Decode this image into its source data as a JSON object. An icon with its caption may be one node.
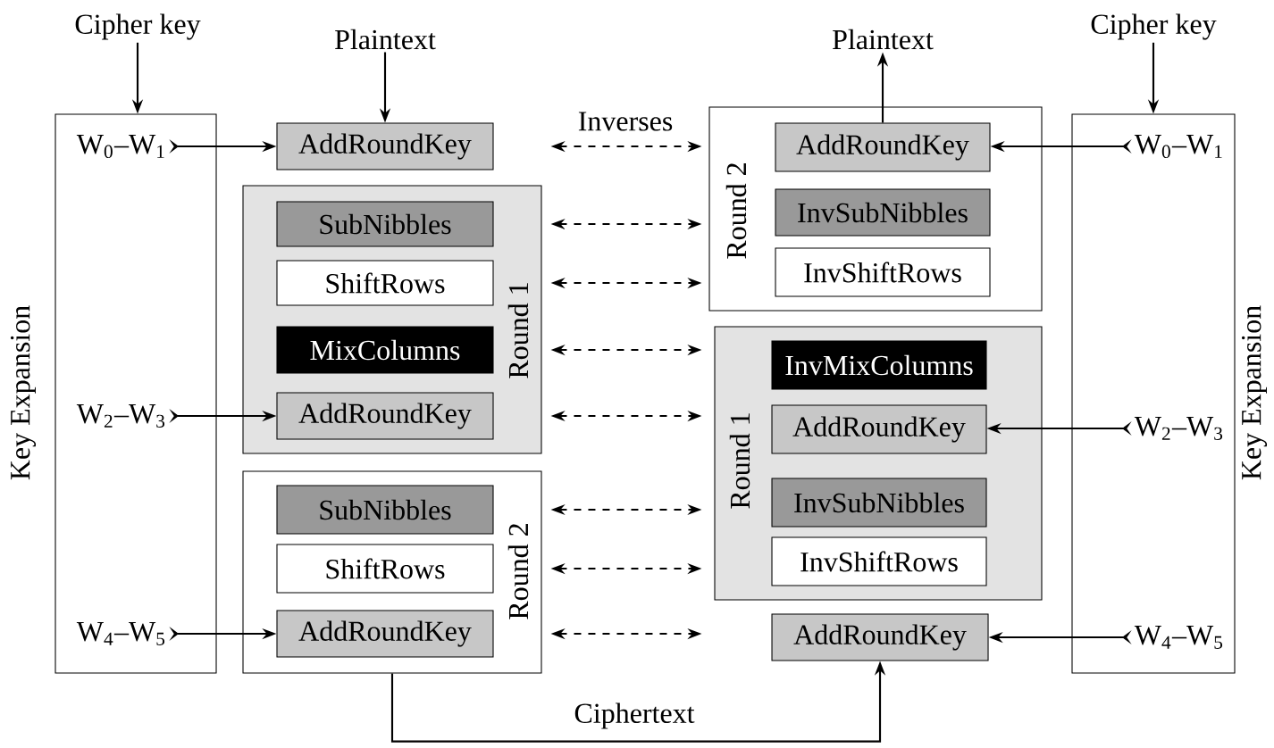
{
  "diagram": {
    "nodes": [
      {
        "text": [
          "Cipher key"
        ]
      },
      {
        "text": [
          "Key Expansion"
        ]
      },
      {
        "text": [
          "W$_{0}$–W$_{1}$"
        ],
        "in": 1
      },
      {
        "text": [
          "W$_{2}$–W$_{3}$"
        ],
        "in": 1
      },
      {
        "text": [
          "W$_{4}$–W$_{5}$"
        ],
        "in": 1
      },
      {
        "text": [
          "Plaintext"
        ]
      },
      {
        "text": [
          "AddRoundKey"
        ]
      },
      {
        "text": [
          "Round 1"
        ]
      },
      {
        "text": [
          "SubNibbles"
        ],
        "in": 7
      },
      {
        "text": [
          "ShiftRows"
        ],
        "in": 7
      },
      {
        "text": [
          "MixColumns"
        ],
        "in": 7
      },
      {
        "text": [
          "AddRoundKey"
        ],
        "in": 7
      },
      {
        "text": [
          "Round 2"
        ]
      },
      {
        "text": [
          "SubNibbles"
        ],
        "in": 12
      },
      {
        "text": [
          "ShiftRows"
        ],
        "in": 12
      },
      {
        "text": [
          "AddRoundKey"
        ],
        "in": 12
      },
      {
        "text": [
          "Plaintext"
        ]
      },
      {
        "text": [
          "Round 2"
        ]
      },
      {
        "text": [
          "AddRoundKey"
        ],
        "in": 17
      },
      {
        "text": [
          "InvSubNibbles"
        ],
        "in": 17
      },
      {
        "text": [
          "InvShiftRows"
        ],
        "in": 17
      },
      {
        "text": [
          "Round 1"
        ]
      },
      {
        "text": [
          "InvMixColumns"
        ],
        "in": 21
      },
      {
        "text": [
          "AddRoundKey"
        ],
        "in": 21
      },
      {
        "text": [
          "InvSubNibbles"
        ],
        "in": 21
      },
      {
        "text": [
          "InvShiftRows"
        ],
        "in": 21
      },
      {
        "text": [
          "AddRoundKey"
        ]
      },
      {
        "text": [
          "Cipher key"
        ]
      },
      {
        "text": [
          "Key Expansion"
        ]
      },
      {
        "text": [
          "W$_{0}$–W$_{1}$"
        ],
        "in": 28
      },
      {
        "text": [
          "W$_{2}$–W$_{3}$"
        ],
        "in": 28
      },
      {
        "text": [
          "W$_{4}$–W$_{5}$"
        ],
        "in": 28
      }
    ],
    "edges": [
      {
        "from": 0,
        "to": 1,
        "arrow": "to"
      },
      {
        "from": 5,
        "to": 6,
        "arrow": "to"
      },
      {
        "from": 2,
        "to": 6,
        "arrow": "to"
      },
      {
        "from": 3,
        "to": 11,
        "arrow": "to"
      },
      {
        "from": 4,
        "to": 15,
        "arrow": "to"
      },
      {
        "from": 6,
        "to": 18,
        "arrow": "both",
        "style": "dashed",
        "label": "Inverses"
      },
      {
        "from": 8,
        "to": 19,
        "arrow": "both",
        "style": "dashed"
      },
      {
        "from": 9,
        "to": 20,
        "arrow": "both",
        "style": "dashed"
      },
      {
        "from": 10,
        "to": 22,
        "arrow": "both",
        "style": "dashed"
      },
      {
        "from": 11,
        "to": 23,
        "arrow": "both",
        "style": "dashed"
      },
      {
        "from": 13,
        "to": 24,
        "arrow": "both",
        "style": "dashed"
      },
      {
        "from": 14,
        "to": 25,
        "arrow": "both",
        "style": "dashed"
      },
      {
        "from": 15,
        "to": 26,
        "arrow": "both",
        "style": "dashed"
      },
      {
        "from": 12,
        "to": 26,
        "arrow": "to",
        "label": "Ciphertext"
      },
      {
        "from": 18,
        "to": 16,
        "arrow": "to"
      },
      {
        "from": 27,
        "to": 28,
        "arrow": "to"
      },
      {
        "from": 29,
        "to": 18,
        "arrow": "to"
      },
      {
        "from": 30,
        "to": 23,
        "arrow": "to"
      },
      {
        "from": 31,
        "to": 26,
        "arrow": "to"
      }
    ]
  }
}
